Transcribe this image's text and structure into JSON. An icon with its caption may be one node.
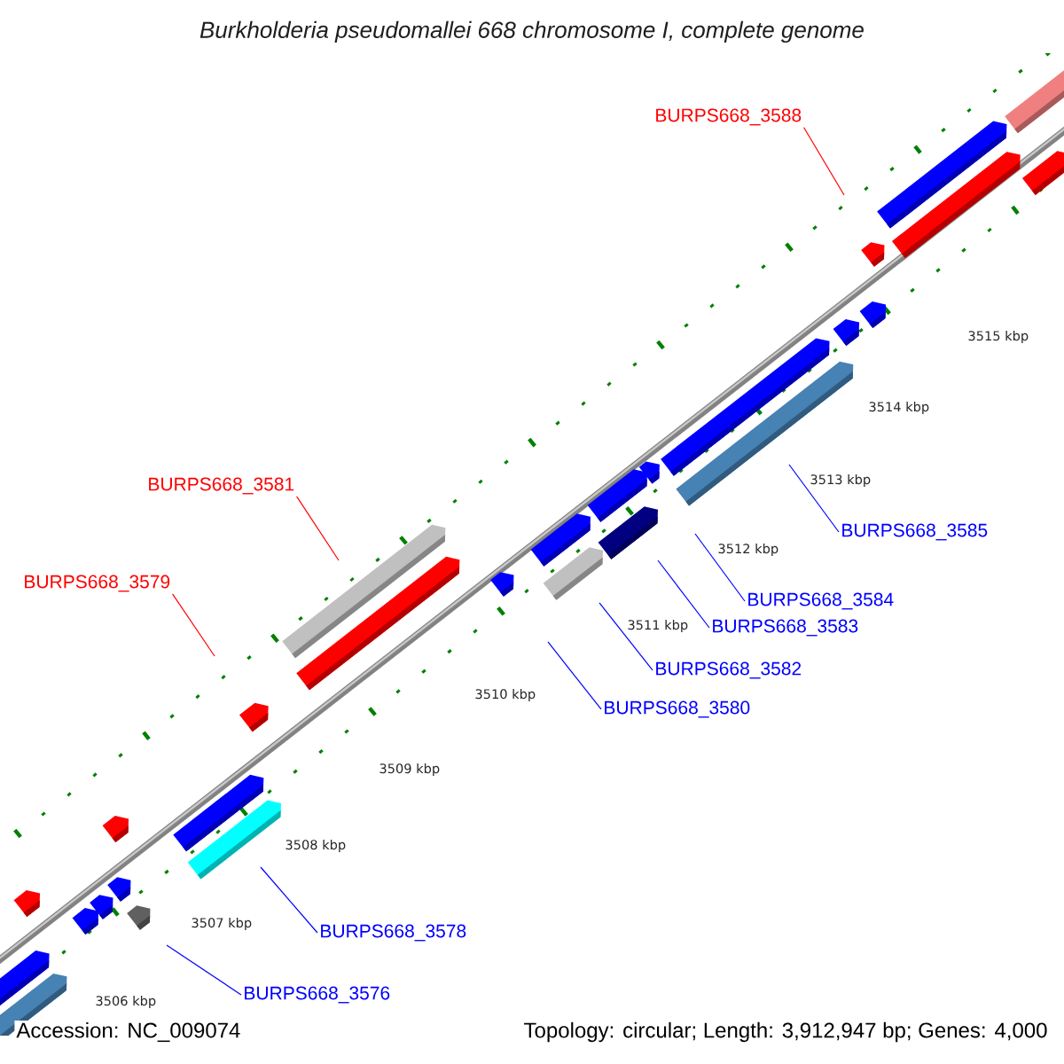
{
  "diagram": {
    "title": "Burkholderia pseudomallei 668 chromosome I, complete genome",
    "nodes": [
      {
        "text": [
          "BURPS668_3588"
        ]
      },
      {
        "text": [
          "BURPS668_3581"
        ]
      },
      {
        "text": [
          "BURPS668_3579"
        ]
      },
      {
        "text": [
          "BURPS668_3585"
        ]
      },
      {
        "text": [
          "BURPS668_3584"
        ]
      },
      {
        "text": [
          "BURPS668_3583"
        ]
      },
      {
        "text": [
          "BURPS668_3582"
        ]
      },
      {
        "text": [
          "BURPS668_3580"
        ]
      },
      {
        "text": [
          "BURPS668_3578"
        ]
      },
      {
        "text": [
          "BURPS668_3576"
        ]
      }
    ],
    "edges": [
      {
        "from": 0,
        "to": null,
        "arrow": "none",
        "color": "#ff0000"
      },
      {
        "from": 1,
        "to": null,
        "arrow": "none",
        "color": "#ff0000"
      },
      {
        "from": 2,
        "to": null,
        "arrow": "none",
        "color": "#ff0000"
      },
      {
        "from": 3,
        "to": null,
        "arrow": "none"
      },
      {
        "from": 4,
        "to": null,
        "arrow": "none"
      },
      {
        "from": 5,
        "to": null,
        "arrow": "none"
      },
      {
        "from": 6,
        "to": null,
        "arrow": "none"
      },
      {
        "from": 7,
        "to": null,
        "arrow": "none"
      },
      {
        "from": 8,
        "to": null,
        "arrow": "none"
      },
      {
        "from": 9,
        "to": null,
        "arrow": "none"
      }
    ],
    "labels": [
      "3515 kbp",
      "3514 kbp",
      "3513 kbp",
      "3512 kbp",
      "3511 kbp",
      "3510 kbp",
      "3509 kbp",
      "3508 kbp",
      "3507 kbp",
      "3506 kbp",
      "Accession: NC_009074",
      "Topology: circular; Length: 3,912,947 bp; Genes: 4,000"
    ]
  }
}
